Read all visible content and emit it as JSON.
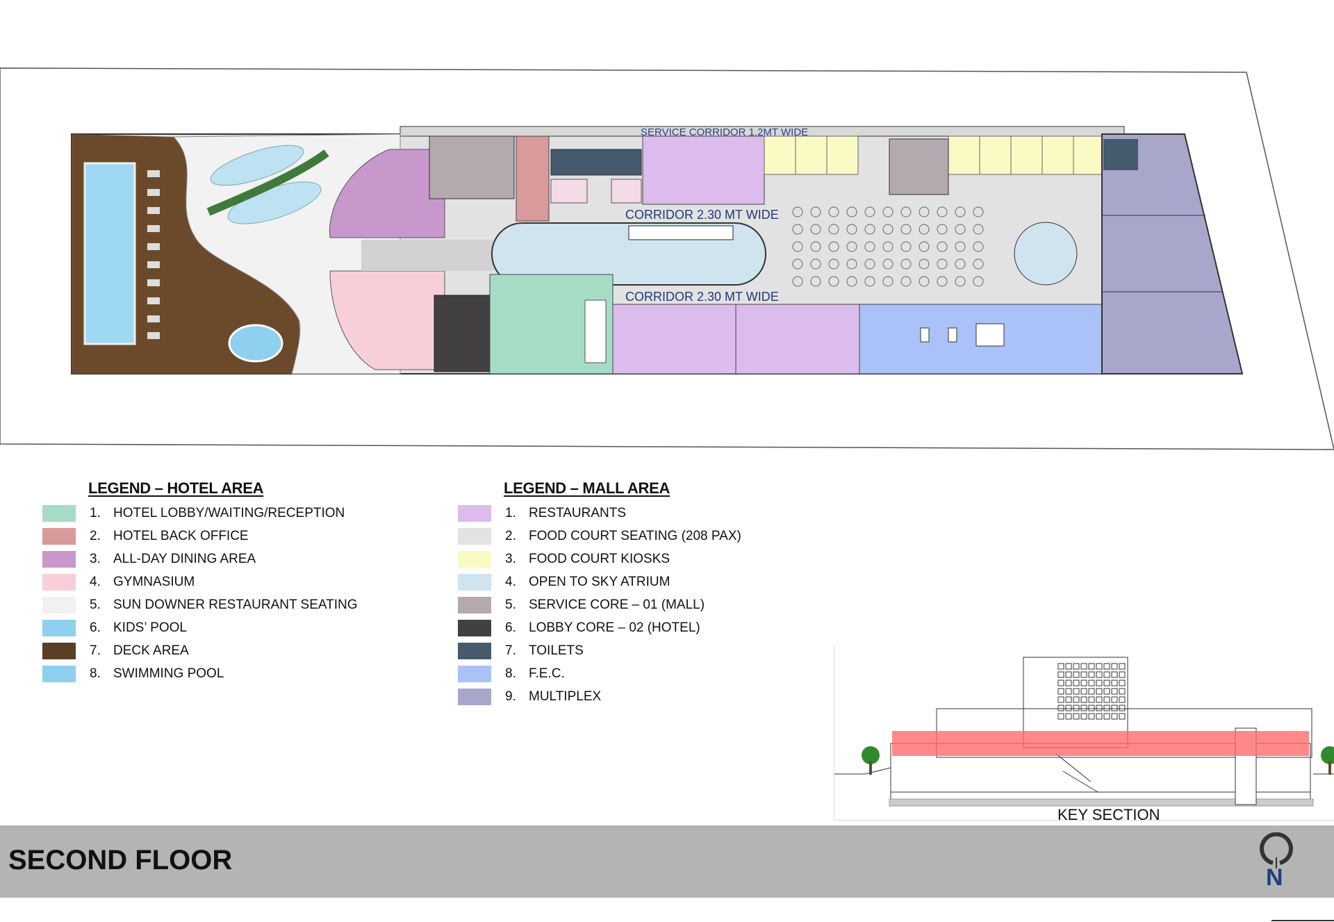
{
  "plan": {
    "service_corridor_label": "SERVICE CORRIDOR  1.2MT WIDE",
    "corridor_top_label": "CORRIDOR 2.30 MT WIDE",
    "corridor_bottom_label": "CORRIDOR 2.30 MT WIDE"
  },
  "legend_hotel": {
    "title": "LEGEND – HOTEL AREA",
    "items": [
      {
        "num": "1.",
        "label": "HOTEL LOBBY/WAITING/RECEPTION",
        "color": "#a6dcc4"
      },
      {
        "num": "2.",
        "label": "HOTEL BACK OFFICE",
        "color": "#d99a9c"
      },
      {
        "num": "3.",
        "label": "ALL-DAY DINING AREA",
        "color": "#c898cc"
      },
      {
        "num": "4.",
        "label": "GYMNASIUM",
        "color": "#f8cfd8"
      },
      {
        "num": "5.",
        "label": "SUN DOWNER RESTAURANT SEATING",
        "color": "#f1f1f1"
      },
      {
        "num": "6.",
        "label": "KIDS’ POOL",
        "color": "#8fd0ee"
      },
      {
        "num": "7.",
        "label": "DECK AREA",
        "color": "#5a3f26"
      },
      {
        "num": "8.",
        "label": "SWIMMING POOL",
        "color": "#8fd0ee"
      }
    ]
  },
  "legend_mall": {
    "title": "LEGEND – MALL AREA",
    "items": [
      {
        "num": "1.",
        "label": "RESTAURANTS",
        "color": "#dcbcec"
      },
      {
        "num": "2.",
        "label": "FOOD COURT SEATING (208 PAX)",
        "color": "#e3e3e3"
      },
      {
        "num": "3.",
        "label": "FOOD COURT KIOSKS",
        "color": "#fafac4"
      },
      {
        "num": "4.",
        "label": "OPEN TO SKY ATRIUM",
        "color": "#cfe4ef"
      },
      {
        "num": "5.",
        "label": "SERVICE CORE – 01 (MALL)",
        "color": "#b3a9ae"
      },
      {
        "num": "6.",
        "label": "LOBBY CORE – 02 (HOTEL)",
        "color": "#434043"
      },
      {
        "num": "7.",
        "label": "TOILETS",
        "color": "#465a6e"
      },
      {
        "num": "8.",
        "label": "F.E.C.",
        "color": "#aac2f8"
      },
      {
        "num": "9.",
        "label": "MULTIPLEX",
        "color": "#a9a6cc"
      }
    ]
  },
  "key_section": {
    "label": "KEY SECTION",
    "highlight_color": "#ff6b6b"
  },
  "footer": {
    "title": "SECOND FLOOR",
    "north_label": "N"
  }
}
